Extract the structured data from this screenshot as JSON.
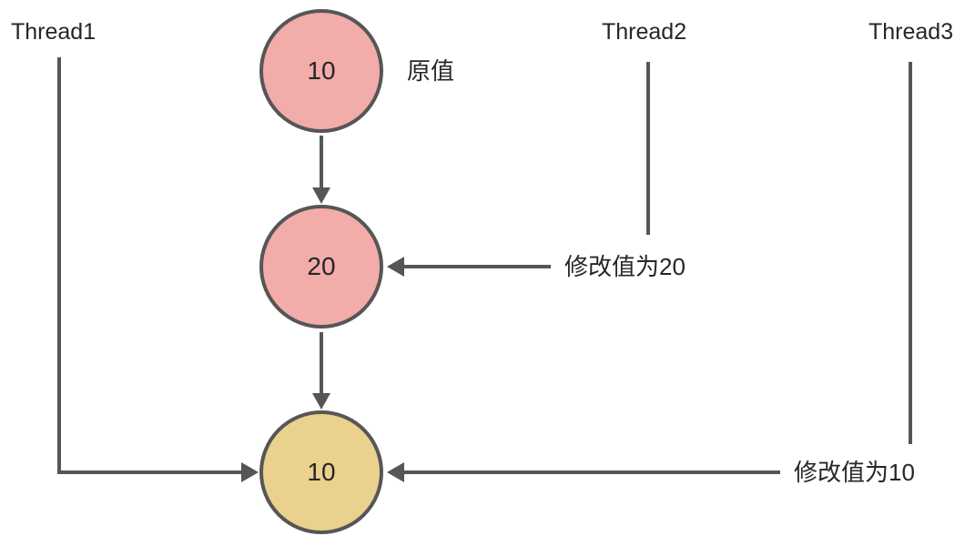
{
  "threads": [
    {
      "label": "Thread1"
    },
    {
      "label": "Thread2"
    },
    {
      "label": "Thread3"
    }
  ],
  "nodes": [
    {
      "value": "10",
      "fill": "#F2ACAA"
    },
    {
      "value": "20",
      "fill": "#F2ACAA"
    },
    {
      "value": "10",
      "fill": "#EAD18D"
    }
  ],
  "labels": {
    "original": "原值",
    "modify_20": "修改值为20",
    "modify_10": "修改值为10"
  },
  "colors": {
    "node_pink": "#F2ACAA",
    "node_yellow": "#EAD18D",
    "stroke": "#565656",
    "text": "#262626",
    "background": "#FFFFFF"
  }
}
